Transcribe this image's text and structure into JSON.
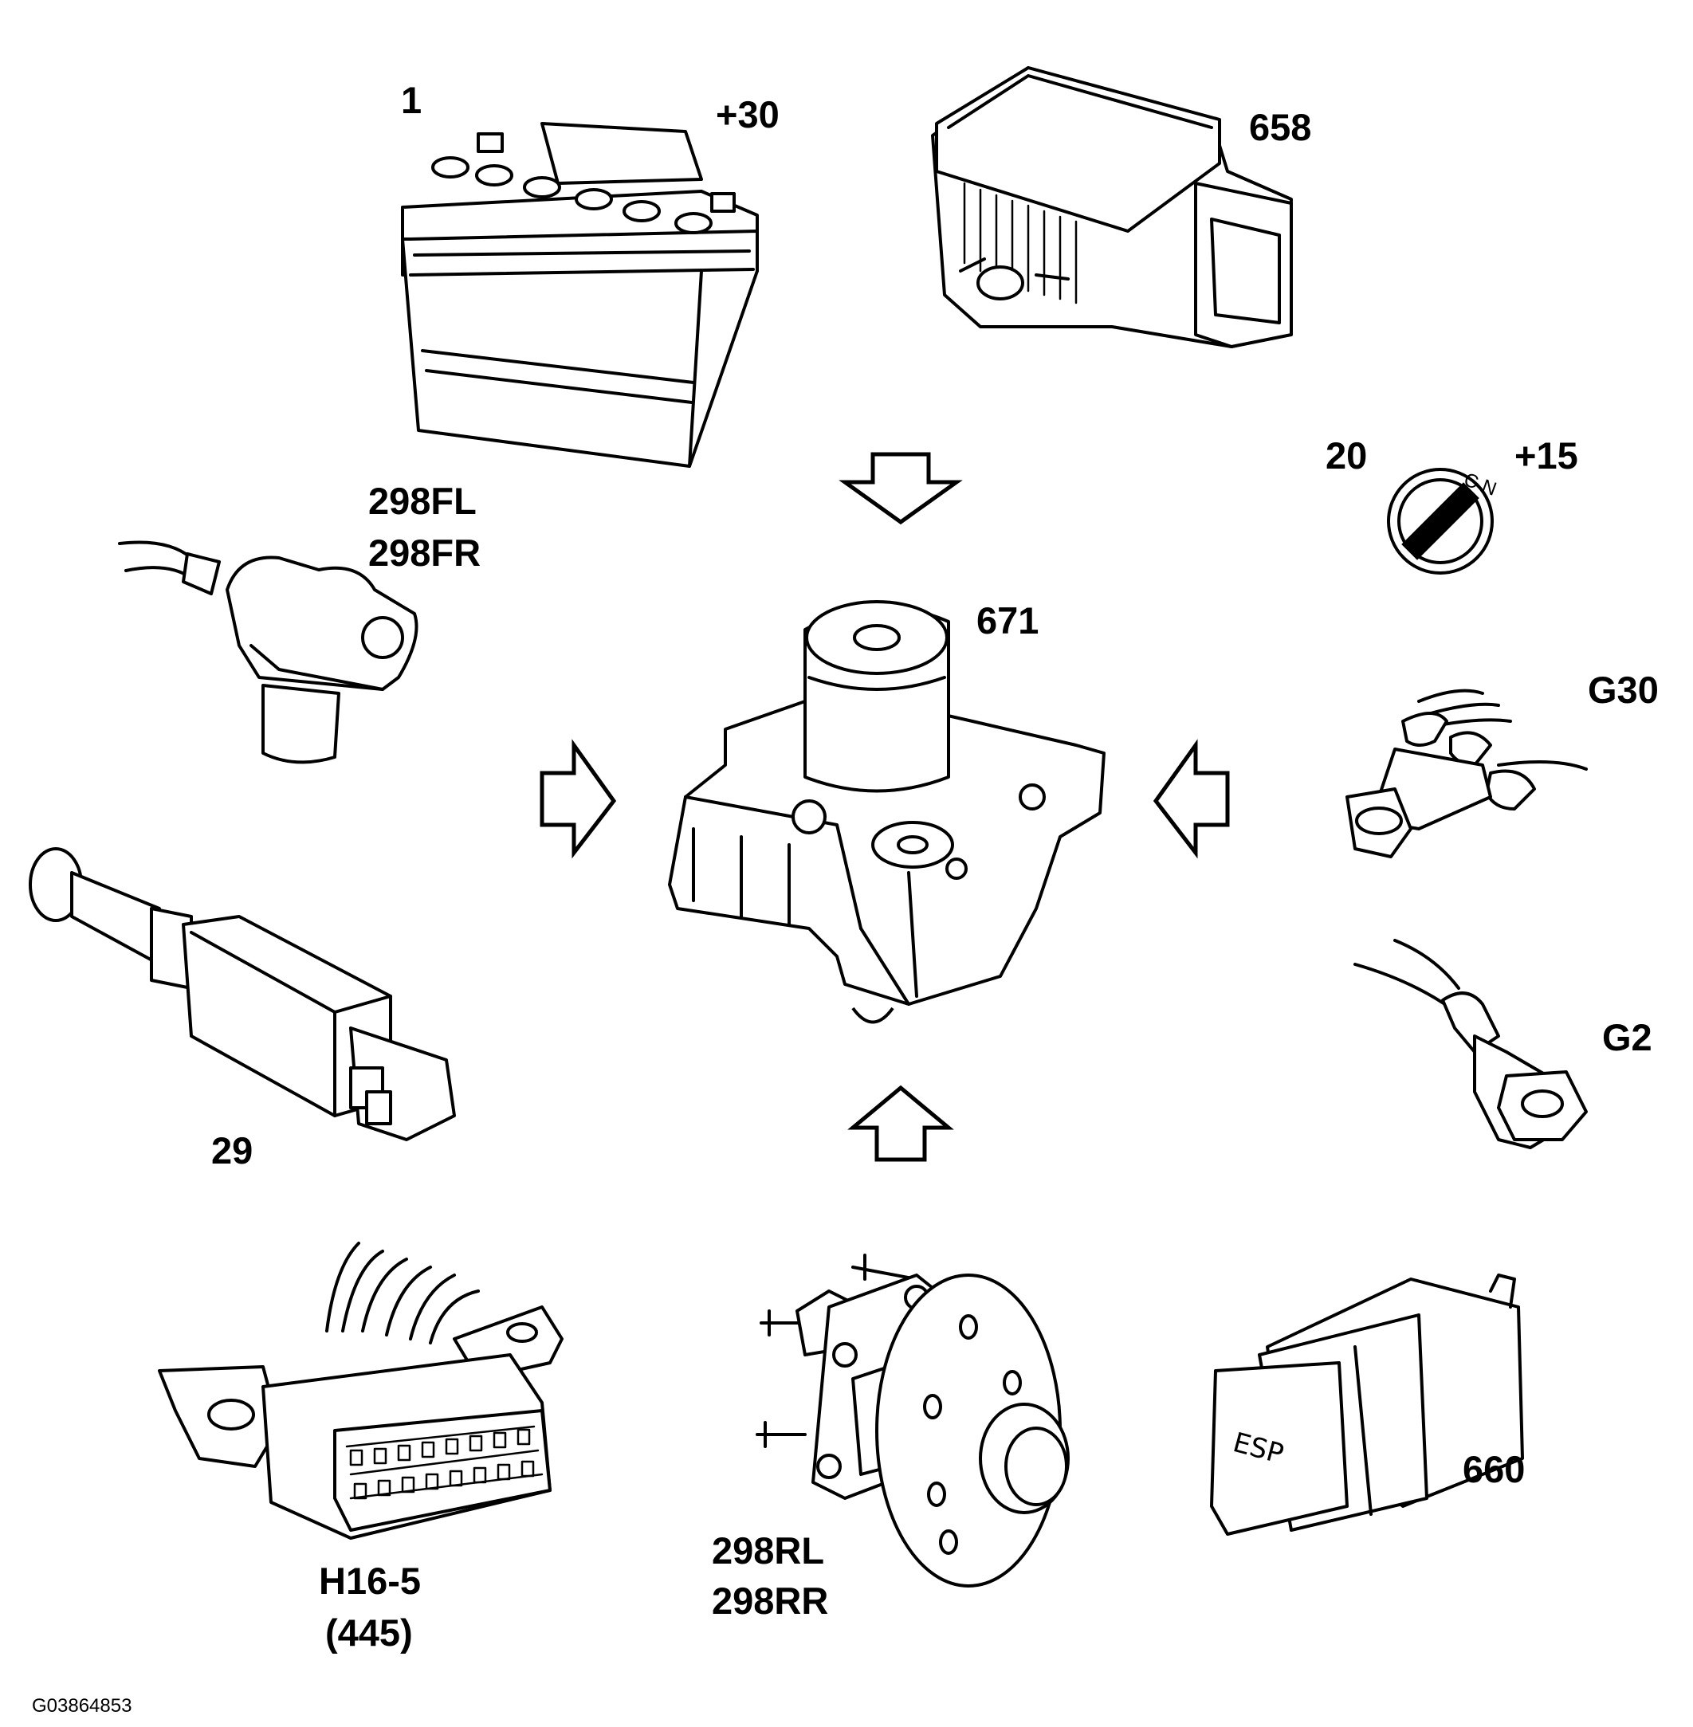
{
  "labels": {
    "battery": "1",
    "battery_terminal": "+30",
    "yaw_sensor": "658",
    "ignition_switch": "20",
    "ignition_terminal": "+15",
    "front_wheel_sensor_left": "298FL",
    "front_wheel_sensor_right": "298FR",
    "hydraulic_unit": "671",
    "ground_g30": "G30",
    "ground_g2": "G2",
    "brake_light_switch": "29",
    "diagnostic_connector": "H16-5",
    "diagnostic_connector_sub": "(445)",
    "rear_wheel_sensor_left": "298RL",
    "rear_wheel_sensor_right": "298RR",
    "esp_switch": "660",
    "esp_button_text": "ESP"
  },
  "figure_id": "G03864853"
}
